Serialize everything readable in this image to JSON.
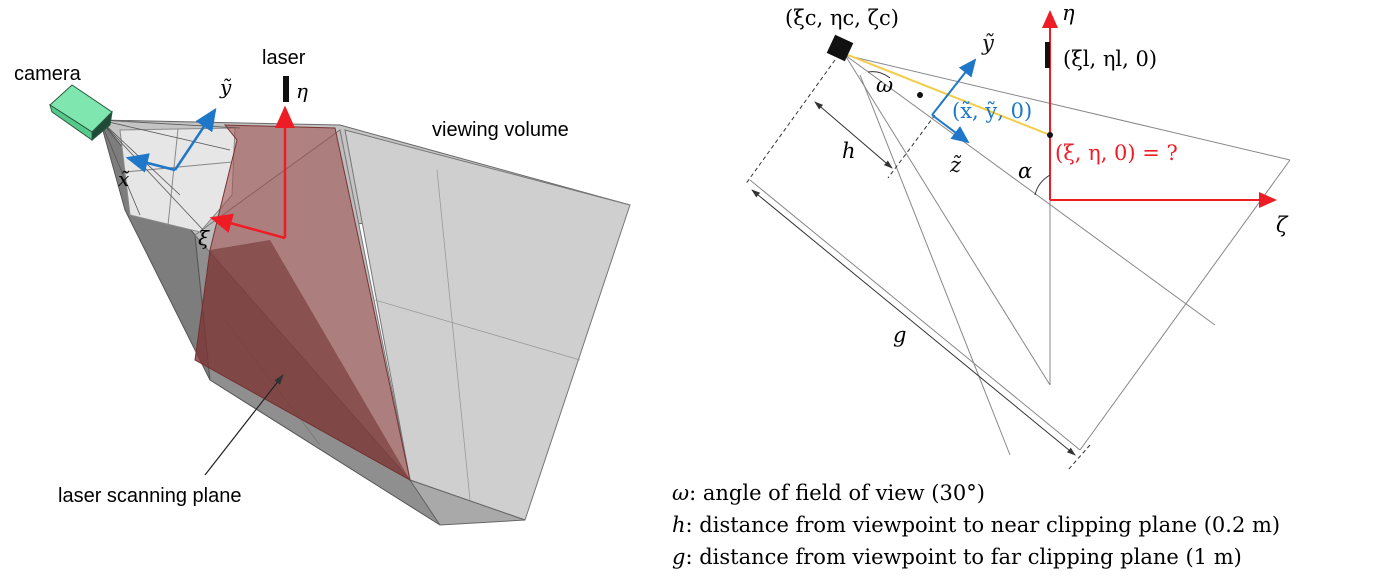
{
  "left_figure": {
    "camera_label": "camera",
    "laser_label": "laser",
    "viewing_volume_label": "viewing volume",
    "laser_plane_label": "laser scanning plane",
    "axis_x_tilde": "x̃",
    "axis_y_tilde": "ỹ",
    "axis_xi": "ξ",
    "axis_eta": "η"
  },
  "right_figure": {
    "camera_coord": "(ξc, ηc, ζc)",
    "laser_coord": "(ξl, ηl, 0)",
    "image_point": "(x̃, ỹ, 0)",
    "target_point": "(ξ, η, 0) = ?",
    "axis_eta": "η",
    "axis_zeta": "ζ",
    "axis_y_tilde": "ỹ",
    "axis_z_tilde": "z̃",
    "angle_omega": "ω",
    "angle_alpha": "α",
    "dist_h": "h",
    "dist_g": "g"
  },
  "legend": [
    {
      "symbol": "ω",
      "text": ": angle of field of view (30°)"
    },
    {
      "symbol": "h",
      "text": ": distance from viewpoint to near clipping plane (0.2 m)"
    },
    {
      "symbol": "g",
      "text": ": distance from viewpoint to far clipping plane (1 m)"
    }
  ],
  "colors": {
    "red_axis": "#ee1c25",
    "blue_axis": "#1f77c9",
    "laser_plane": "#a14a4a",
    "camera": "#5fd89a"
  }
}
